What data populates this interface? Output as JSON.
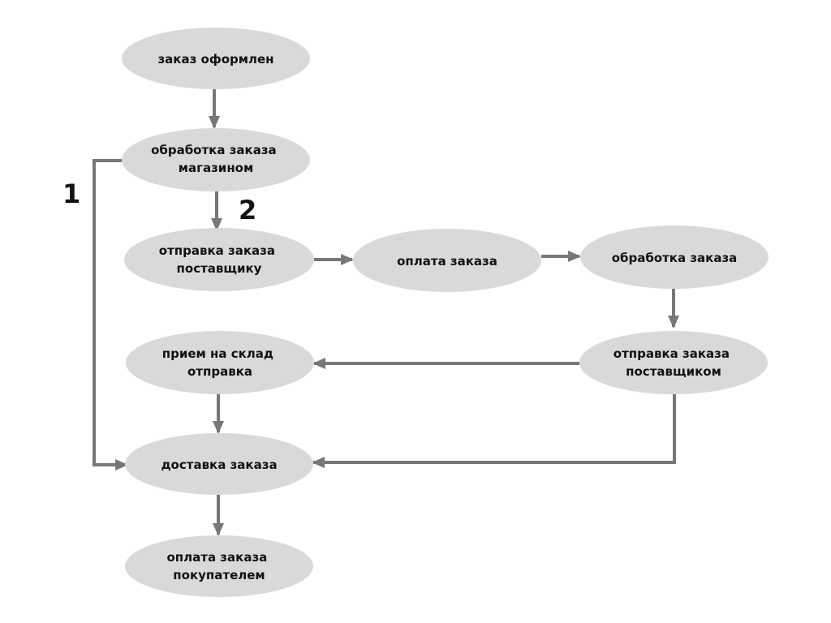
{
  "diagram": {
    "colors": {
      "node_fill": "#d9d9d9",
      "edge": "#777777",
      "text": "#111111"
    },
    "nodes": {
      "order_placed": [
        "заказ оформлен"
      ],
      "store_processing": [
        "обработка заказа",
        "магазином"
      ],
      "send_to_supplier": [
        "отправка заказа",
        "поставщику"
      ],
      "order_payment": [
        "оплата заказа"
      ],
      "order_processing": [
        "обработка заказа"
      ],
      "supplier_shipping": [
        "отправка заказа",
        "поставщиком"
      ],
      "warehouse_receipt": [
        "прием на склад",
        "отправка"
      ],
      "order_delivery": [
        "доставка заказа"
      ],
      "customer_payment": [
        "оплата заказа",
        "покупателем"
      ]
    },
    "labels": {
      "path_1": "1",
      "path_2": "2"
    }
  }
}
